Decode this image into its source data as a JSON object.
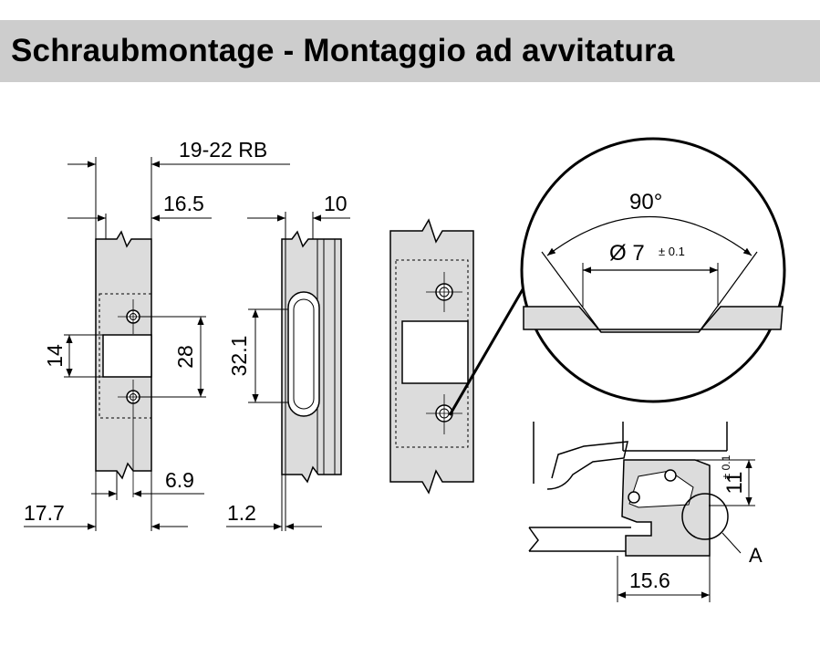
{
  "header": {
    "title": "Schraubmontage - Montaggio ad avvitatura"
  },
  "colors": {
    "title_bar": "#cdcdcd",
    "part_fill": "#dcdcdc",
    "line": "#000000"
  },
  "view1": {
    "dim_rb": "19-22 RB",
    "dim_width": "16.5",
    "dim_opening": "14",
    "dim_hole_spacing": "28",
    "dim_bottom_inner": "6.9",
    "dim_bottom_outer": "17.7"
  },
  "view2": {
    "dim_thickness": "10",
    "dim_slot": "32.1",
    "dim_offset": "1.2"
  },
  "detail": {
    "angle": "90°",
    "diameter": "Ø 7",
    "diameter_tol": "± 0.1",
    "dim_height": "11",
    "dim_height_tol": "± 0.1",
    "dim_depth": "15.6",
    "label_a": "A"
  }
}
